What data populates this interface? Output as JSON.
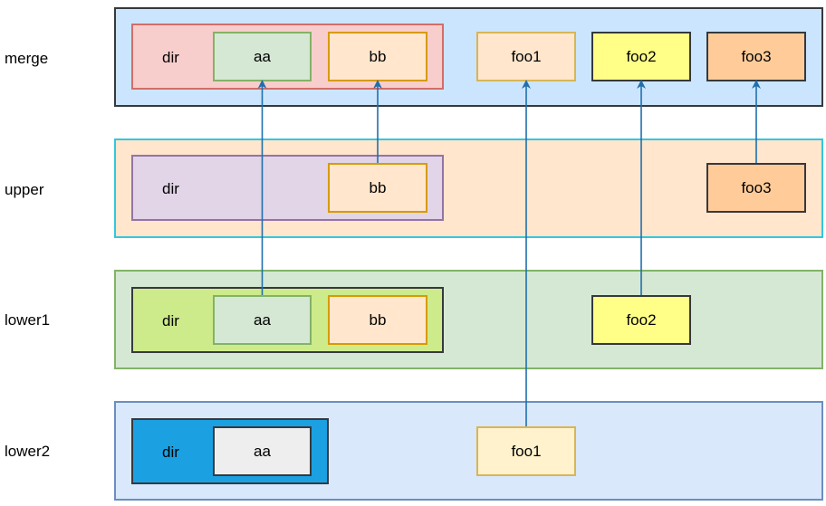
{
  "labels": {
    "merge": "merge",
    "upper": "upper",
    "lower1": "lower1",
    "lower2": "lower2"
  },
  "merge": {
    "dir": "dir",
    "aa": "aa",
    "bb": "bb",
    "foo1": "foo1",
    "foo2": "foo2",
    "foo3": "foo3"
  },
  "upper": {
    "dir": "dir",
    "bb": "bb",
    "foo3": "foo3"
  },
  "lower1": {
    "dir": "dir",
    "aa": "aa",
    "bb": "bb",
    "foo2": "foo2"
  },
  "lower2": {
    "dir": "dir",
    "aa": "aa",
    "foo1": "foo1"
  },
  "colors": {
    "arrow": "#1f6fad",
    "merge_bg": "#cce5ff",
    "upper_bg": "#ffe6cc",
    "lower1_bg": "#d5e8d4",
    "lower2_bg": "#dae8fc",
    "yellow": "#ffff88",
    "orange": "#ffcc99",
    "peach": "#ffe6cc",
    "lightyellow": "#fff2cc"
  }
}
